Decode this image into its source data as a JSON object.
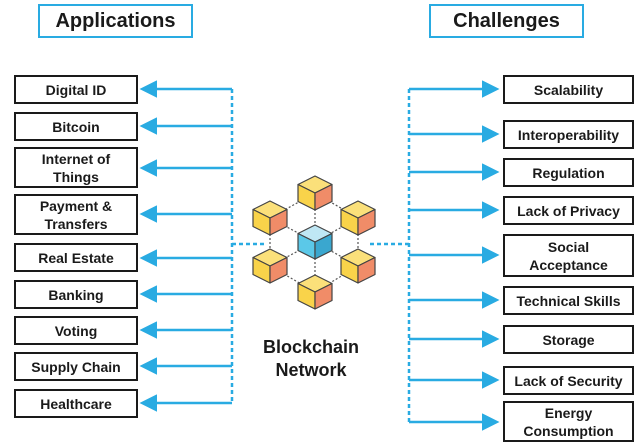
{
  "headers": {
    "left": "Applications",
    "right": "Challenges"
  },
  "center": {
    "title": "Blockchain Network"
  },
  "applications": [
    "Digital ID",
    "Bitcoin",
    "Internet of Things",
    "Payment & Transfers",
    "Real Estate",
    "Banking",
    "Voting",
    "Supply Chain",
    "Healthcare"
  ],
  "challenges": [
    "Scalability",
    "Interoperability",
    "Regulation",
    "Lack of Privacy",
    "Social Acceptance",
    "Technical Skills",
    "Storage",
    "Lack of Security",
    "Energy Consumption"
  ],
  "colors": {
    "accent": "#29abe2",
    "cube_yellow": "#f9d34a",
    "cube_orange": "#f08c68",
    "cube_blue": "#5bc8e8"
  }
}
